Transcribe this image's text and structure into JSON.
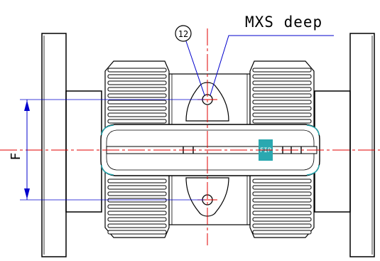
{
  "drawing": {
    "callout_number": "12",
    "callout_text": "MXS deep",
    "dimension_label": "F",
    "logo_text": "FIP",
    "colors": {
      "outline": "#000000",
      "centerline": "#e00000",
      "callout": "#0000cc",
      "logo": "#2aa8b0",
      "background": "#ffffff"
    }
  }
}
